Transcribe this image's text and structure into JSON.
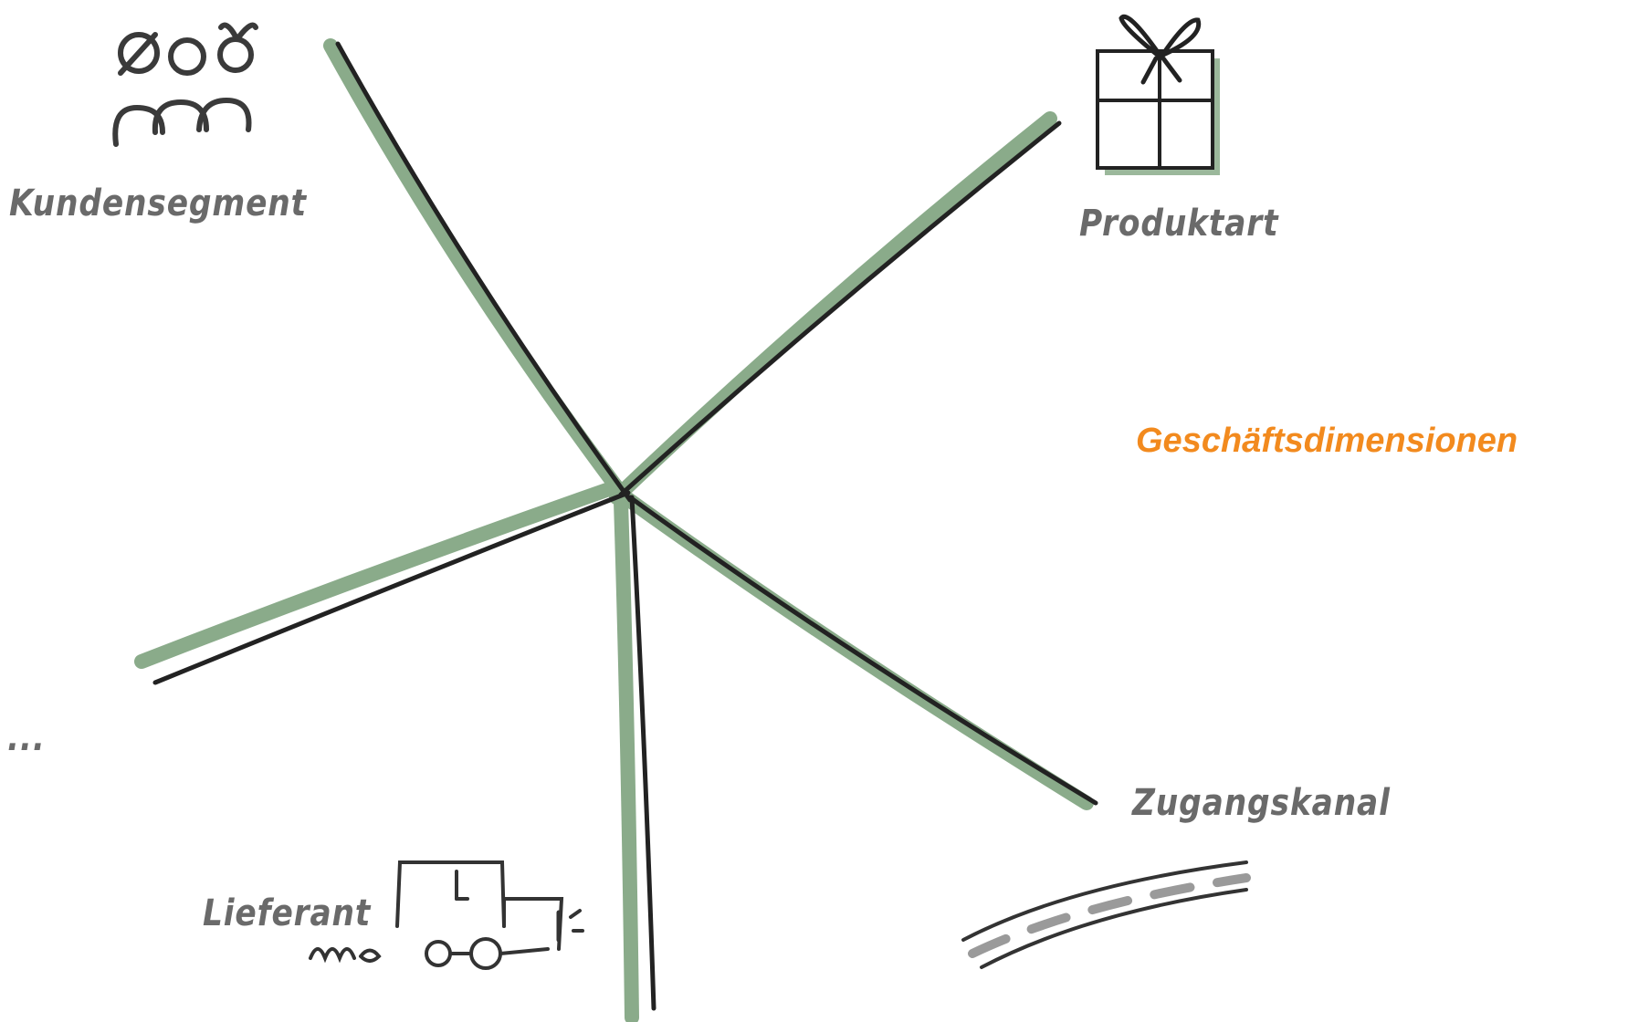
{
  "diagram": {
    "title": "Geschäftsdimensionen",
    "ellipsis": "...",
    "dimensions": [
      {
        "label": "Kundensegment",
        "icon": "people-icon"
      },
      {
        "label": "Produktart",
        "icon": "gift-icon"
      },
      {
        "label": "Zugangskanal",
        "icon": "road-icon"
      },
      {
        "label": "Lieferant",
        "icon": "truck-icon"
      }
    ]
  },
  "colors": {
    "title": "#f28a1e",
    "label": "#6a6a6a",
    "stroke_dark": "#222222",
    "stroke_green": "#8aab8a"
  }
}
